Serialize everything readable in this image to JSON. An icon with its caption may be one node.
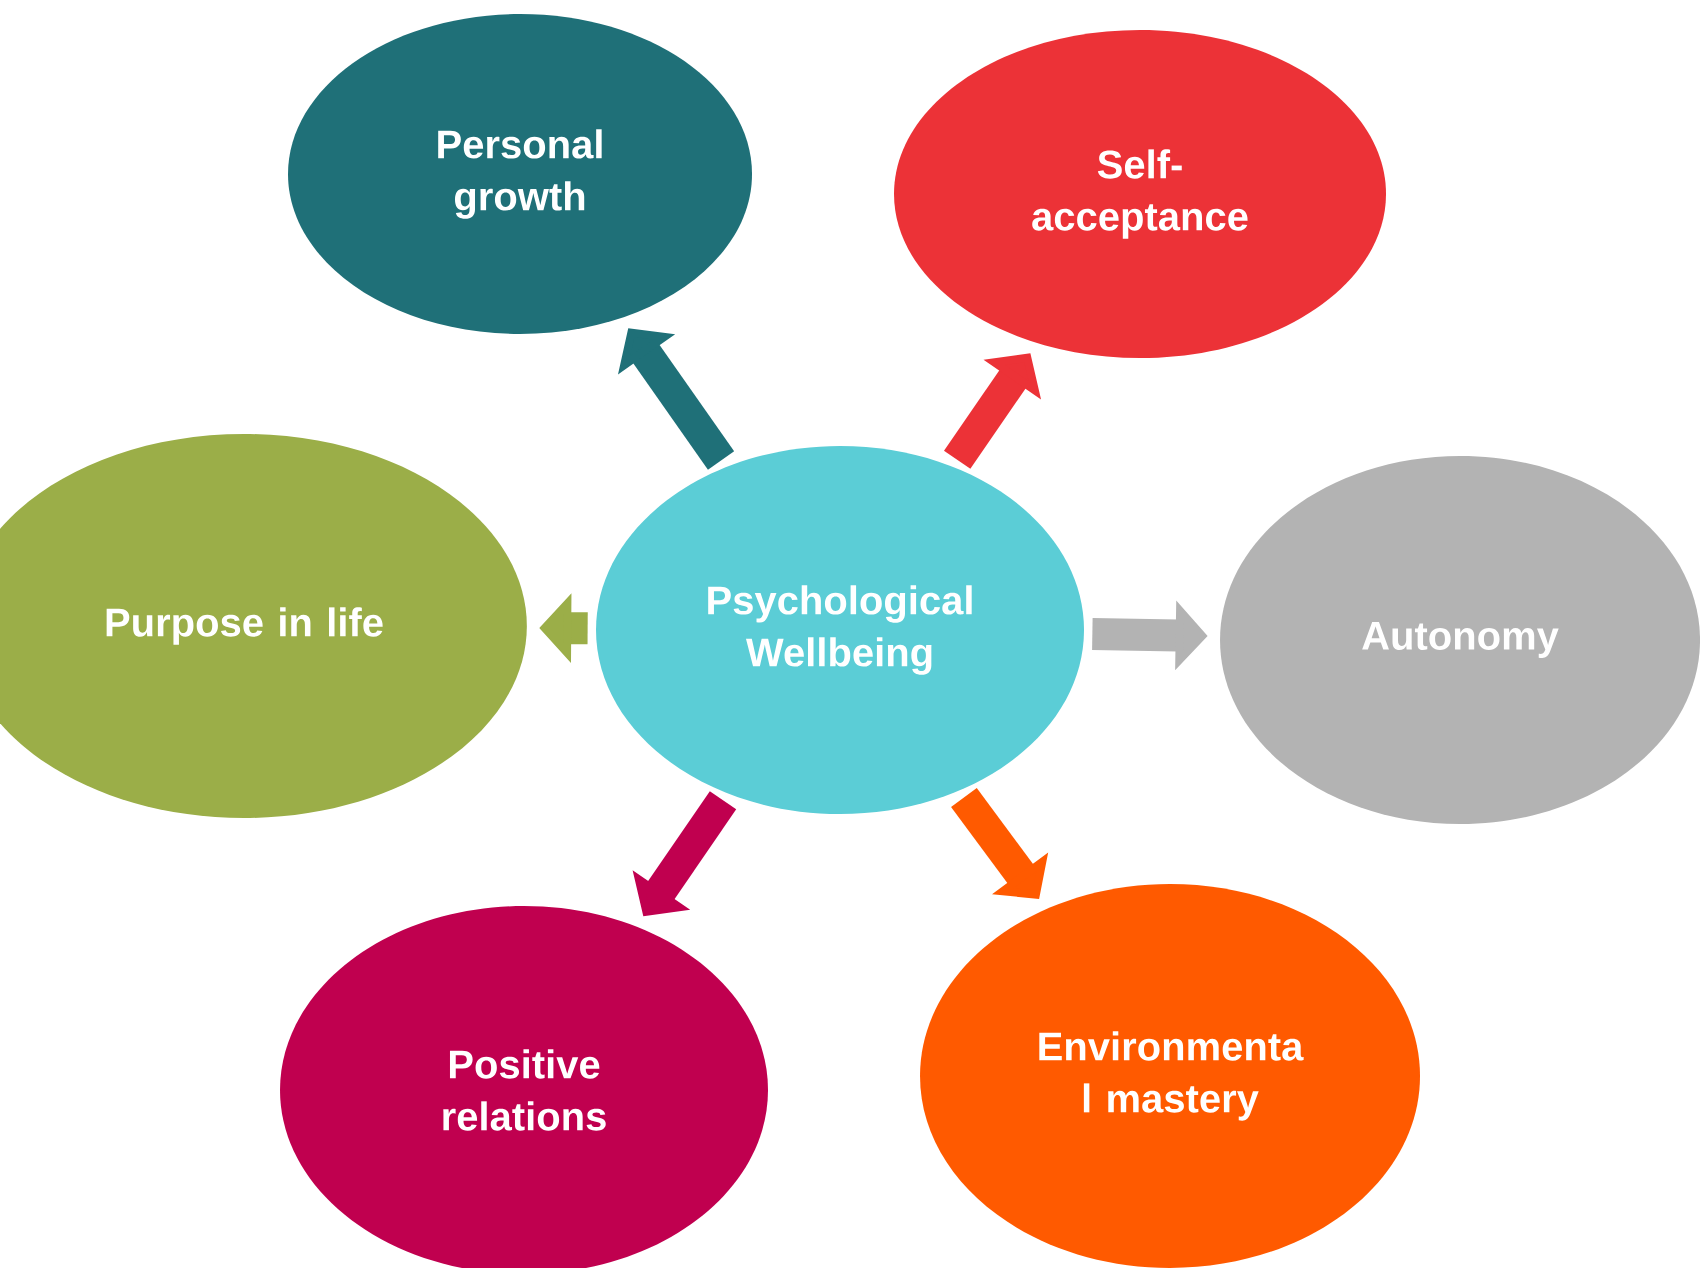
{
  "diagram": {
    "nodes": [
      {
        "text": [
          "Psychological Wellbeing"
        ]
      },
      {
        "text": [
          "Personal growth"
        ]
      },
      {
        "text": [
          "Self- acceptance"
        ]
      },
      {
        "text": [
          "Purpose in life"
        ]
      },
      {
        "text": [
          "Autonomy"
        ]
      },
      {
        "text": [
          "Positive relations"
        ]
      },
      {
        "text": [
          "Environmenta l mastery"
        ]
      }
    ],
    "edges": [
      {
        "from": 0,
        "to": 1,
        "arrow": "to",
        "color": "#1f7078"
      },
      {
        "from": 0,
        "to": 2,
        "arrow": "to",
        "color": "#ec3237"
      },
      {
        "from": 0,
        "to": 3,
        "arrow": "to",
        "color": "#9bae48"
      },
      {
        "from": 0,
        "to": 4,
        "arrow": "to",
        "color": "#b3b3b3"
      },
      {
        "from": 0,
        "to": 5,
        "arrow": "to",
        "color": "#c0004f"
      },
      {
        "from": 0,
        "to": 6,
        "arrow": "to",
        "color": "#ff5a00"
      }
    ]
  }
}
